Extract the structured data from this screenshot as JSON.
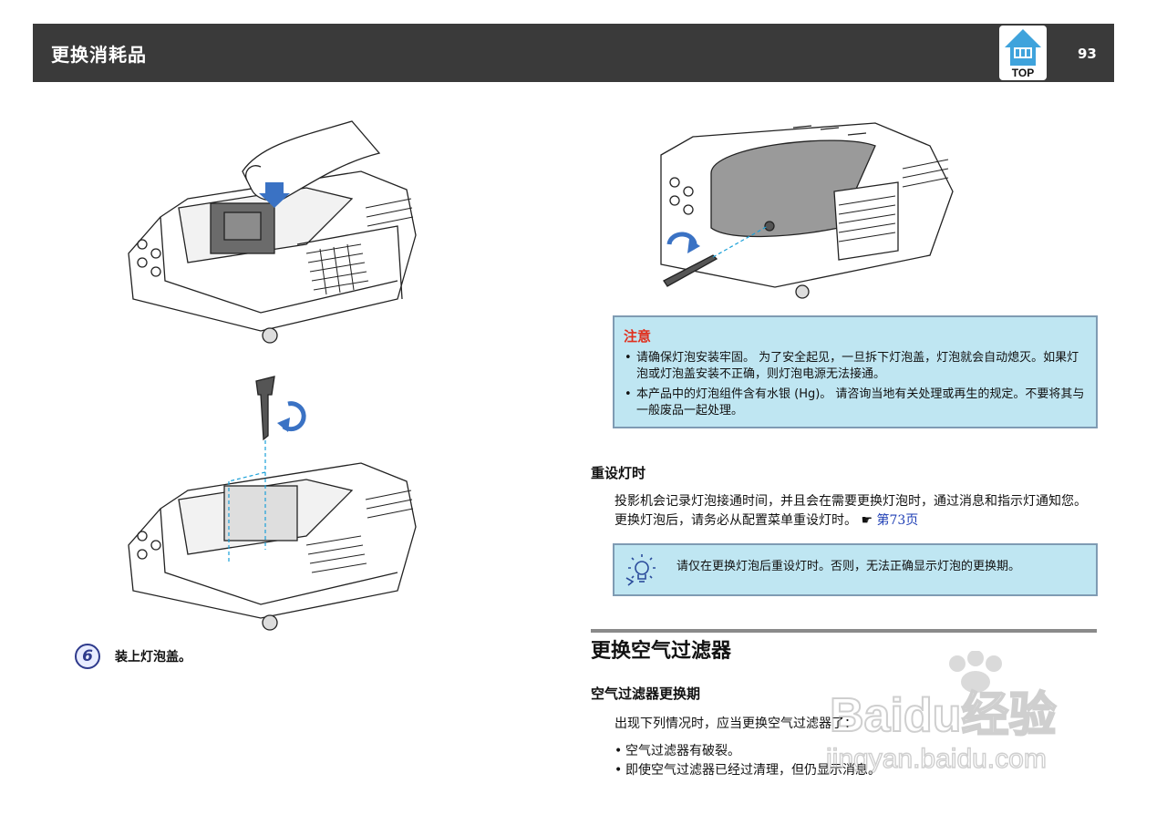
{
  "header": {
    "title": "更换消耗品",
    "top_label": "TOP",
    "page_number": "93"
  },
  "step6": {
    "number": "6",
    "text": "装上灯泡盖。"
  },
  "caution": {
    "title": "注意",
    "items": [
      "请确保灯泡安装牢固。 为了安全起见，一旦拆下灯泡盖，灯泡就会自动熄灭。如果灯泡或灯泡盖安装不正确，则灯泡电源无法接通。",
      "本产品中的灯泡组件含有水银 (Hg)。 请咨询当地有关处理或再生的规定。不要将其与一般废品一起处理。"
    ]
  },
  "reset": {
    "heading": "重设灯时",
    "body": "投影机会记录灯泡接通时间，并且会在需要更换灯泡时，通过消息和指示灯通知您。 更换灯泡后，请务必从配置菜单重设灯时。",
    "xref_symbol": "☛",
    "xref_text": "第73页",
    "tip": "请仅在更换灯泡后重设灯时。否则，无法正确显示灯泡的更换期。"
  },
  "filter": {
    "heading": "更换空气过滤器",
    "subheading": "空气过滤器更换期",
    "intro": "出现下列情况时，应当更换空气过滤器了：",
    "items": [
      "空气过滤器有破裂。",
      "即使空气过滤器已经过清理，但仍显示消息。"
    ]
  },
  "watermark": {
    "brand": "Baidu经验",
    "url": "jingyan.baidu.com"
  },
  "colors": {
    "header_bg": "#3a3a3a",
    "note_bg": "#bfe6f2",
    "note_border": "#7f9bb3",
    "caution_title": "#e0301e",
    "link": "#1f3fb5"
  }
}
